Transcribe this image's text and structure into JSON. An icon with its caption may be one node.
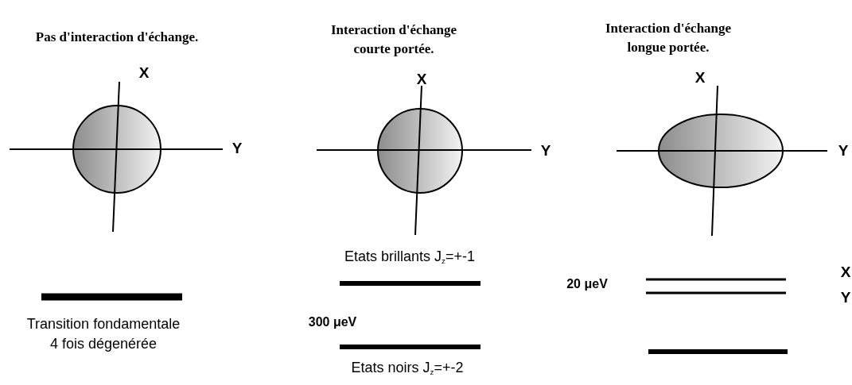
{
  "diagram": {
    "labels": [
      "Pas d'interaction d'échange.",
      "Interaction d'échange courte portée.",
      "Interaction d'échange longue portée.",
      "X",
      "X",
      "X",
      "Y",
      "Y",
      "Y",
      "Etats brillants J$_{z}$=+-1",
      "X",
      "20 μeV",
      "Y",
      "300 μeV",
      "Transition fondamentale 4 fois dégenérée",
      "Etats noirs J$_{z}$=+-2"
    ]
  }
}
